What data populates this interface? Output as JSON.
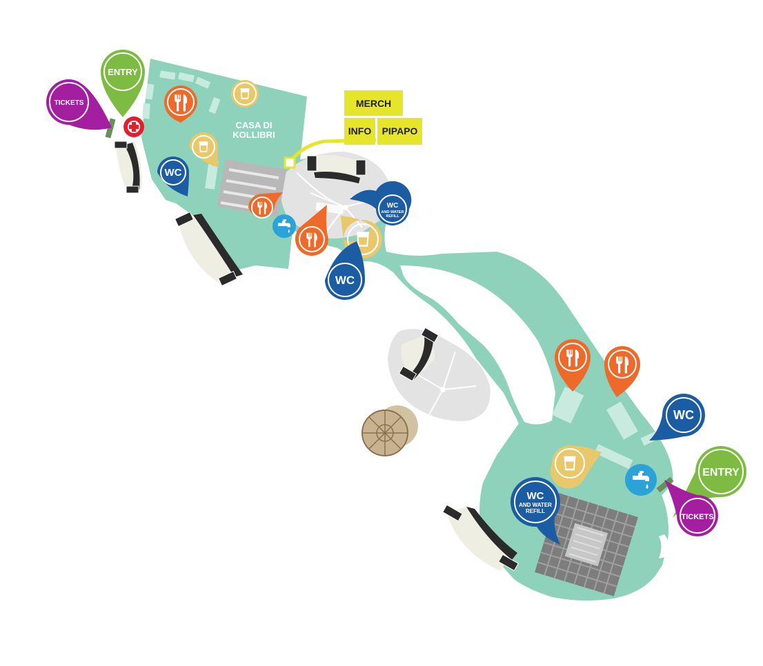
{
  "colors": {
    "ground": "#8fd2bc",
    "ground_light": "#c9eadf",
    "plaza": "#e3e3e3",
    "plaza_line": "#ffffff",
    "stage": "#eeeee2",
    "stage_dark": "#2b2b2b",
    "food": "#ee6a2a",
    "wc": "#1c5ca3",
    "drink": "#e8c86a",
    "water": "#2ba3d8",
    "entry": "#7dbb42",
    "tickets": "#a41ea0",
    "first_aid": "#e41e2b",
    "merch_panel": "#e7e52b",
    "path_line": "#e7e52b",
    "grid_square": "#7d7d7d",
    "tent": "#c8b28f"
  },
  "labels": {
    "casa_line1": "CASA DI",
    "casa_line2": "KOLLIBRI",
    "merch": "MERCH",
    "info": "INFO",
    "pipapo": "PIPAPO"
  },
  "pins": {
    "entry": "ENTRY",
    "tickets": "TICKETS",
    "wc": "WC",
    "wc_refill_1": "WC",
    "wc_refill_2": "AND WATER",
    "wc_refill_3": "REFILL"
  },
  "icons": {
    "food": "fork-and-knife-icon",
    "drink": "drinking-glass-icon",
    "water": "water-tap-icon",
    "first_aid": "first-aid-cross-icon"
  }
}
